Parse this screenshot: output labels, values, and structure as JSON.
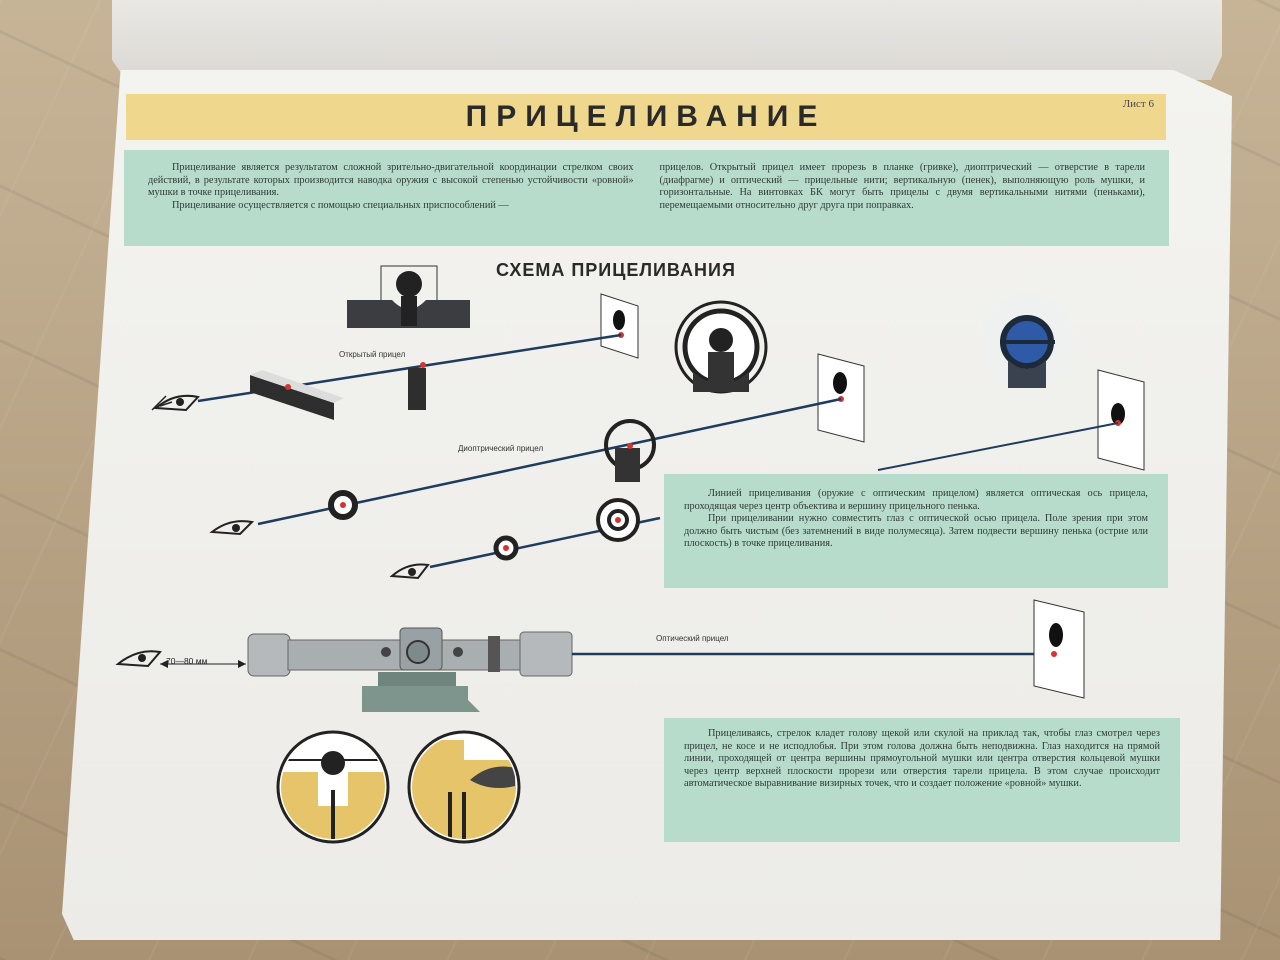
{
  "poster": {
    "title": "ПРИЦЕЛИВАНИЕ",
    "sheet_number": "Лист 6",
    "scheme_title": "СХЕМА ПРИЦЕЛИВАНИЯ"
  },
  "intro": {
    "left_paragraphs": [
      "Прицеливание является результатом сложной зрительно-двигательной координации стрелком своих действий, в результате которых производится наводка оружия с высокой степенью устойчивости «ровной» мушки в точке прицеливания.",
      "Прицеливание осуществляется с помощью специальных приспособлений —"
    ],
    "right_paragraph": "прицелов. Открытый прицел имеет прорезь в планке (гривке), диоптрический — отверстие в тарели (диафрагме) и оптический — прицельные нити; вертикальную (пенек), выполняющую роль мушки, и горизонтальные. На винтовках БК могут быть прицелы с двумя вертикальными нитями (пеньками), перемещаемыми относительно друг друга при поправках."
  },
  "labels": {
    "open_sight": "Открытый прицел",
    "diopter_sight": "Диоптрический прицел",
    "optical_sight": "Оптический прицел",
    "distance": "70—80 мм"
  },
  "line_of_sight_block": {
    "paragraphs": [
      "Линией прицеливания (оружие с оптическим прицелом) является оптическая ось прицела, проходящая через центр объектива и вершину прицельного пенька.",
      "При прицеливании нужно совместить глаз с оптической осью прицела. Поле зрения при этом должно быть чистым (без затемнений в виде полумесяца). Затем подвести вершину пенька (острие или плоскость) в точке прицеливания."
    ]
  },
  "head_position_block": {
    "paragraph": "Прицеливаясь, стрелок кладет голову щекой или скулой на приклад так, чтобы глаз смотрел через прицел, не косе и не исподлобья. При этом голова должна быть неподвижна. Глаз находится на прямой линии, проходящей от центра вершины прямоугольной мушки или центра отверстия кольцевой мушки через центр верхней плоскости прорези или отверстия тарели прицела. В этом случае происходит автоматическое выравнивание визирных точек, что и создает положение «ровной» мушки."
  },
  "colors": {
    "title_bar": "#efd88d",
    "text_panel": "#b8dccb",
    "sight_line": "#1f3b5e",
    "aim_dot": "#d8322f",
    "scope_body": "#a9aeb0",
    "mount": "#7d958c",
    "reticle_fill": "#e6c46a"
  }
}
